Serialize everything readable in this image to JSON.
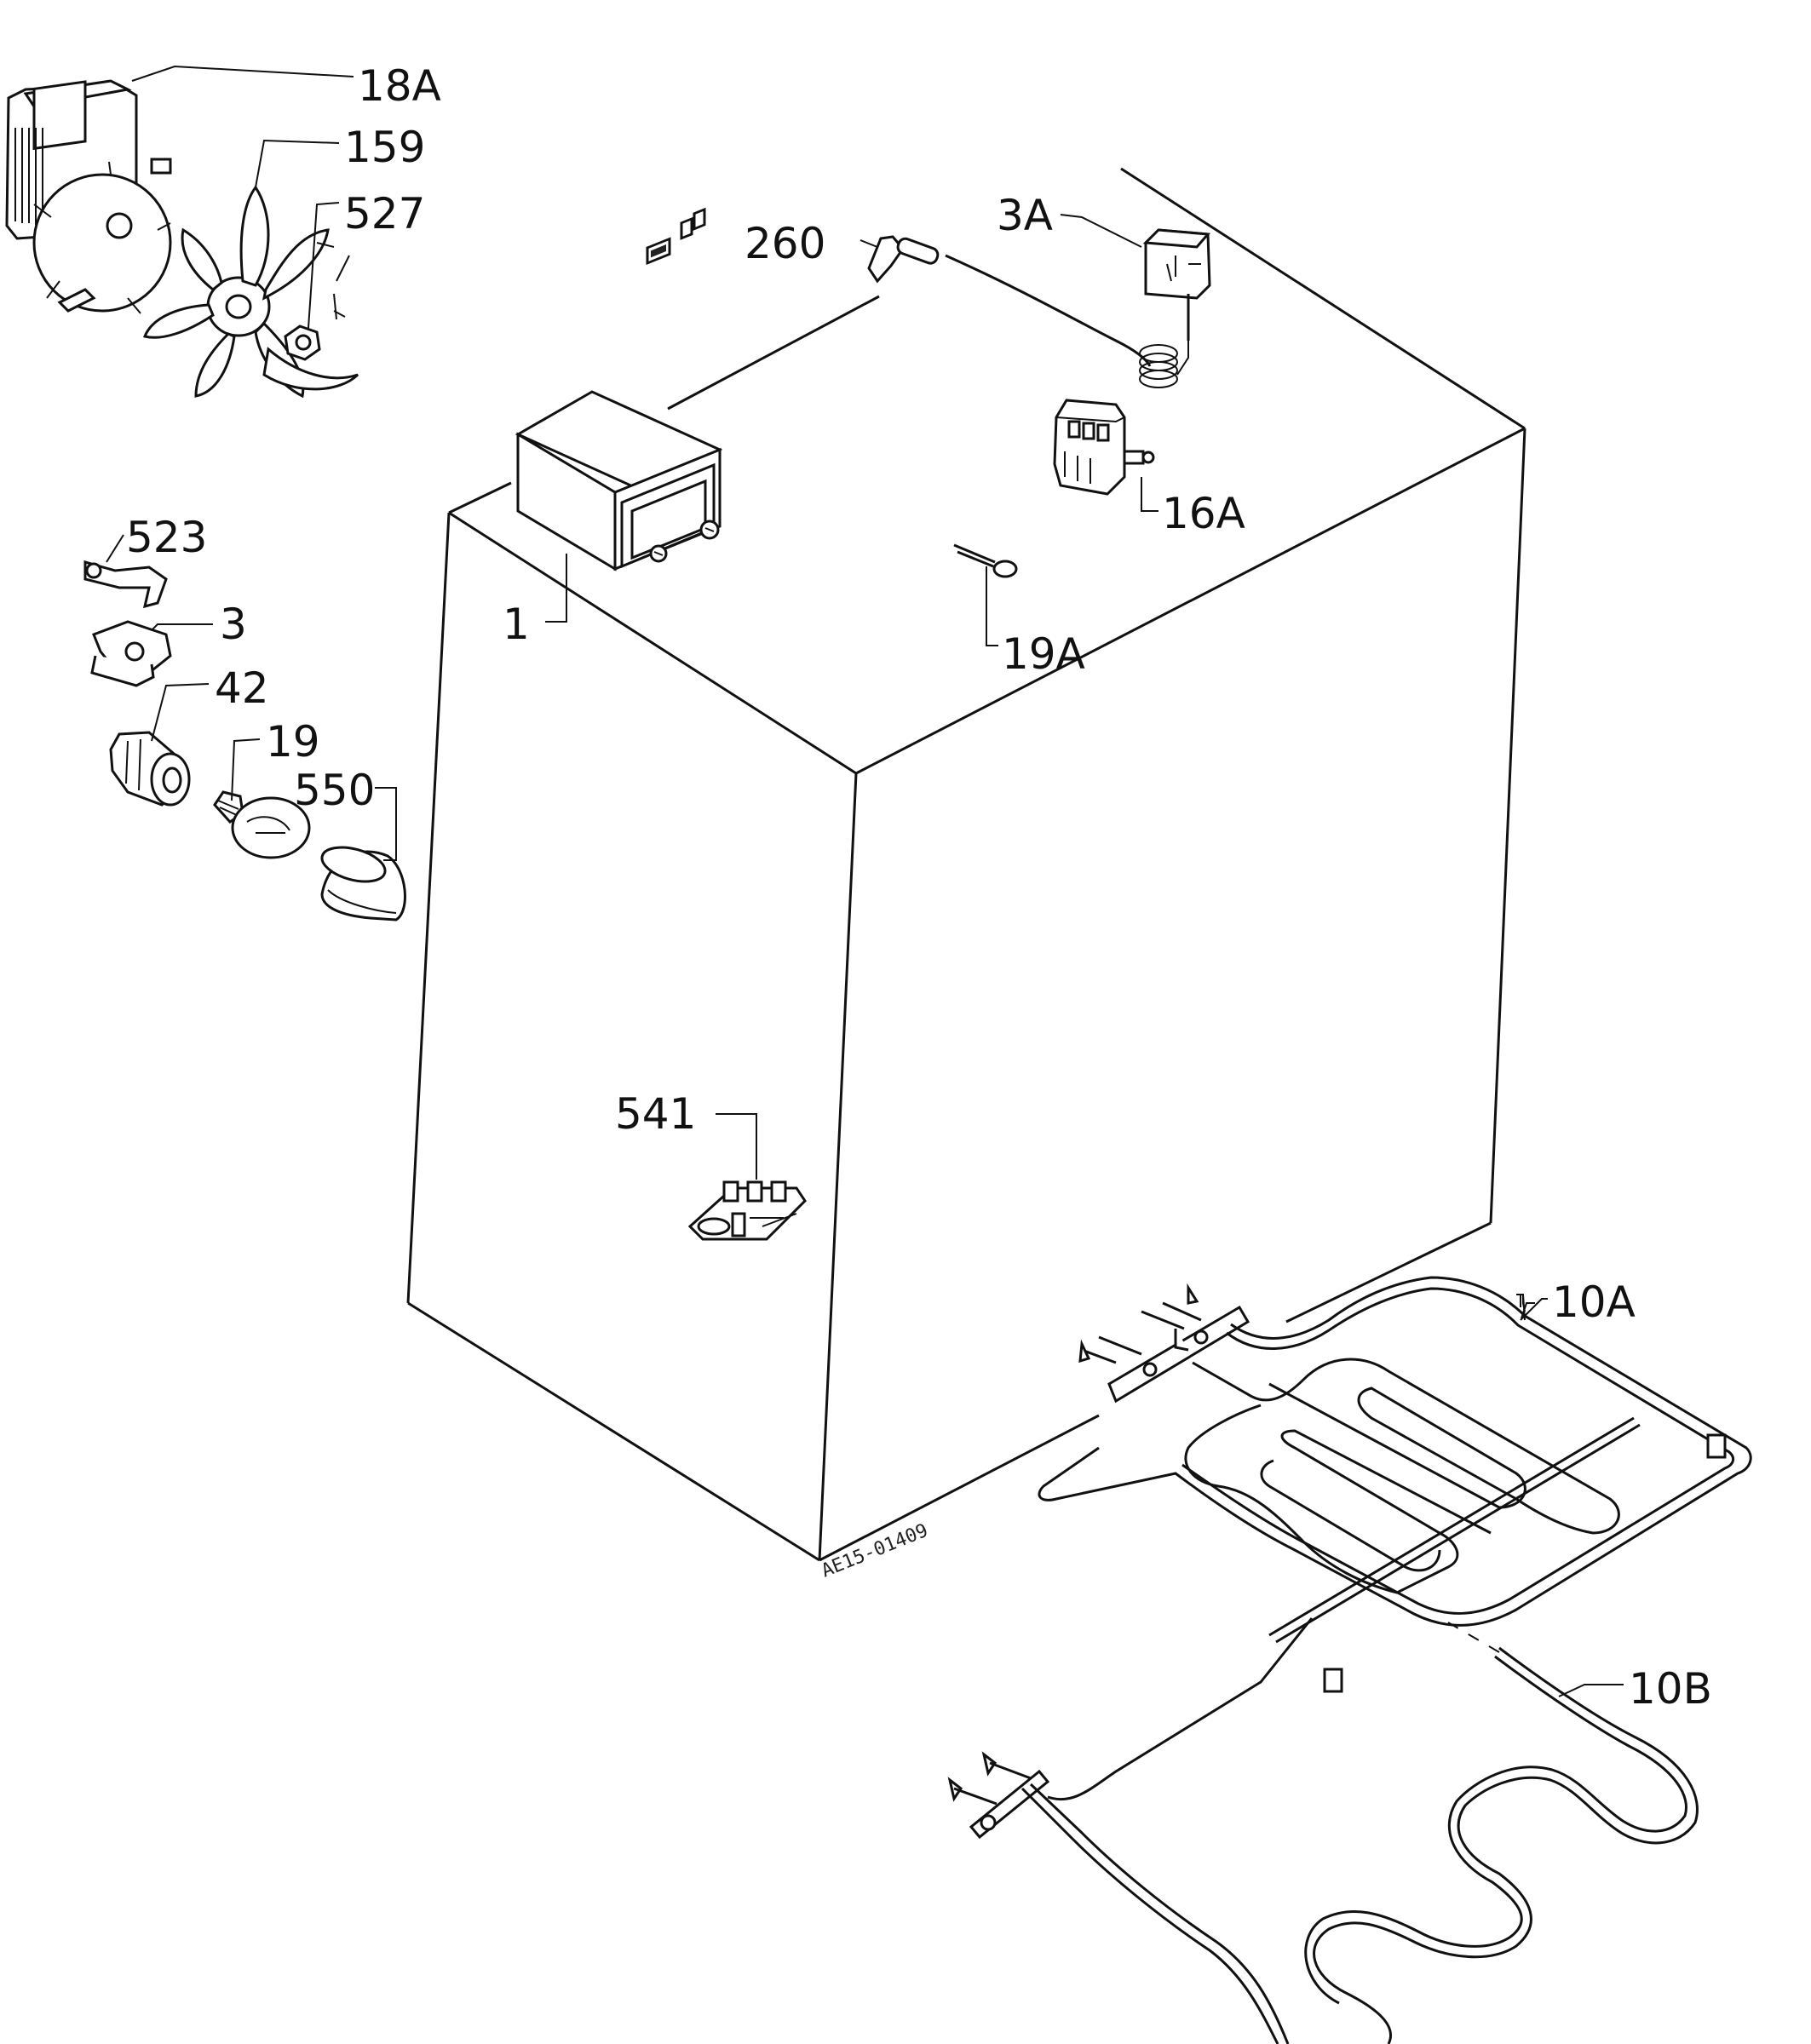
{
  "diagram": {
    "drawing_code": "AE15-01409",
    "parts": [
      {
        "id": "p18a",
        "label": "18A",
        "icon": "fan-motor-icon"
      },
      {
        "id": "p159",
        "label": "159",
        "icon": "fan-blade-icon"
      },
      {
        "id": "p527",
        "label": "527",
        "icon": "nut-icon"
      },
      {
        "id": "p260",
        "label": "260",
        "icon": "sensor-probe-icon"
      },
      {
        "id": "p3a",
        "label": "3A",
        "icon": "thermostat-icon"
      },
      {
        "id": "p16a",
        "label": "16A",
        "icon": "selector-switch-icon"
      },
      {
        "id": "p1",
        "label": "1",
        "icon": "timer-module-icon"
      },
      {
        "id": "p19a",
        "label": "19A",
        "icon": "indicator-lamp-icon"
      },
      {
        "id": "p523",
        "label": "523",
        "icon": "clip-icon"
      },
      {
        "id": "p3",
        "label": "3",
        "icon": "lamp-socket-bracket-icon"
      },
      {
        "id": "p42",
        "label": "42",
        "icon": "lamp-holder-icon"
      },
      {
        "id": "p19",
        "label": "19",
        "icon": "bulb-icon"
      },
      {
        "id": "p550",
        "label": "550",
        "icon": "lamp-cover-icon"
      },
      {
        "id": "p541",
        "label": "541",
        "icon": "terminal-block-icon"
      },
      {
        "id": "p10a",
        "label": "10A",
        "icon": "grill-element-icon"
      },
      {
        "id": "p10b",
        "label": "10B",
        "icon": "bottom-element-icon"
      }
    ]
  }
}
